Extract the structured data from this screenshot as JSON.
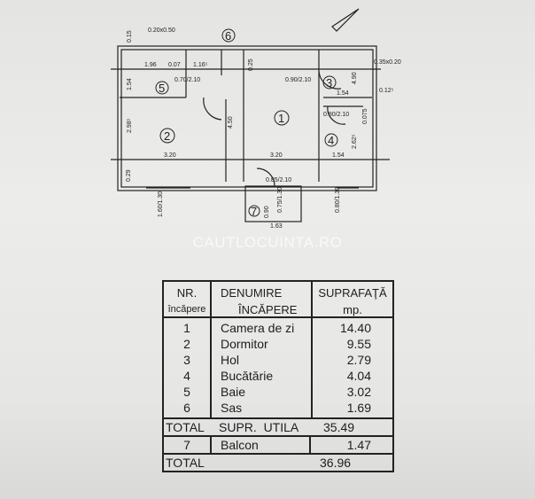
{
  "plan": {
    "rooms": [
      {
        "nr": "1",
        "dims": [
          "4.50",
          "3.20"
        ]
      },
      {
        "nr": "2",
        "dims": [
          "2.98⁵",
          "3.20"
        ]
      },
      {
        "nr": "3",
        "dims": [
          "1.54",
          "4.90"
        ]
      },
      {
        "nr": "4",
        "dims": [
          "1.54",
          "2.62⁵"
        ]
      },
      {
        "nr": "5",
        "dims": [
          "1.54",
          "1.96"
        ]
      },
      {
        "nr": "6",
        "dims": [
          "1.16⁵"
        ]
      },
      {
        "nr": "7",
        "dims": [
          "1.63"
        ]
      }
    ],
    "labels": [
      "0.20x0.50",
      "0.15",
      "0.25",
      "0.07",
      "0.90/2.10",
      "0.70/2.10",
      "0.80/2.10",
      "0.85/2.10",
      "0.35x0.20",
      "0.12⁵",
      "0.29",
      "1.60/1.30",
      "0.75/1.30",
      "0.80/1.30",
      "0.90",
      "0.075"
    ]
  },
  "watermark": "CAUTLOCUINTA.RO",
  "table": {
    "headers": {
      "nr": [
        "NR.",
        "încăpere"
      ],
      "name": [
        "DENUMIRE",
        "ÎNCĂPERE"
      ],
      "area": [
        "SUPRAFAŢĂ",
        "mp."
      ]
    },
    "rows": [
      {
        "nr": "1",
        "name": "Camera de zi",
        "area": "14.40"
      },
      {
        "nr": "2",
        "name": "Dormitor",
        "area": "9.55"
      },
      {
        "nr": "3",
        "name": "Hol",
        "area": "2.79"
      },
      {
        "nr": "4",
        "name": "Bucătărie",
        "area": "4.04"
      },
      {
        "nr": "5",
        "name": "Baie",
        "area": "3.02"
      },
      {
        "nr": "6",
        "name": "Sas",
        "area": "1.69"
      }
    ],
    "total_useful": {
      "label1": "TOTAL",
      "label2": "SUPR.  UTILA",
      "value": "35.49"
    },
    "balcony": {
      "nr": "7",
      "name": "Balcon",
      "area": "1.47"
    },
    "grand_total": {
      "label": "TOTAL",
      "value": "36.96"
    }
  }
}
